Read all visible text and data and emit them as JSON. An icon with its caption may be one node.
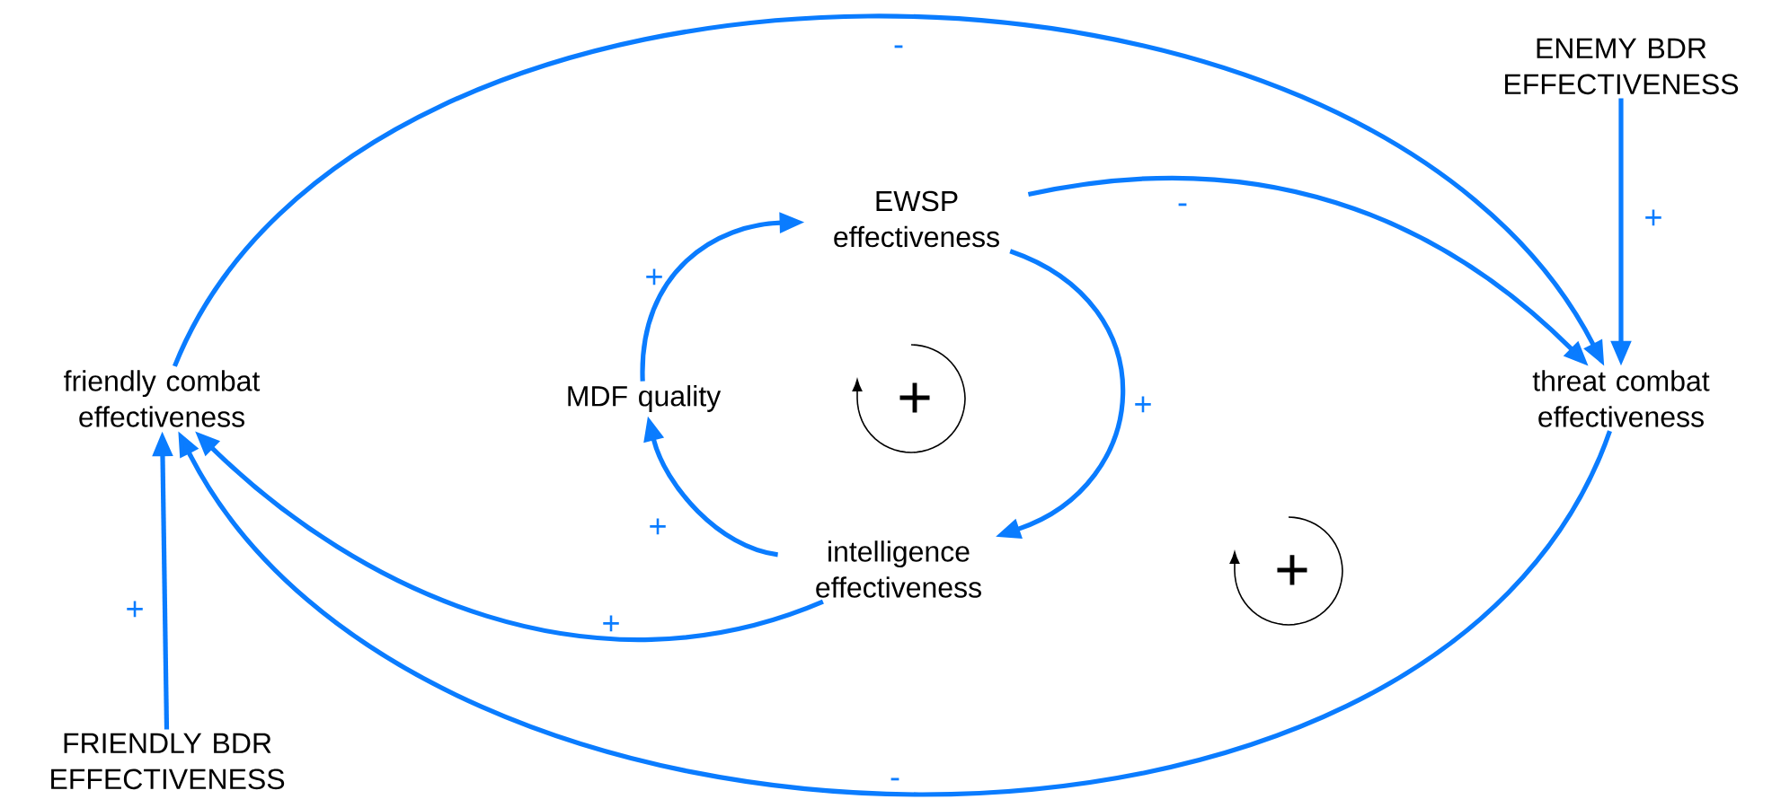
{
  "diagram": {
    "nodes": [
      {
        "text": [
          "friendly combat effectiveness"
        ]
      },
      {
        "text": [
          "MDF quality"
        ]
      },
      {
        "text": [
          "EWSP effectiveness"
        ]
      },
      {
        "text": [
          "intelligence effectiveness"
        ]
      },
      {
        "text": [
          "threat combat effectiveness"
        ]
      },
      {
        "text": [
          "ENEMY BDR EFFECTIVENESS"
        ]
      },
      {
        "text": [
          "FRIENDLY BDR EFFECTIVENESS"
        ]
      }
    ],
    "edges": [
      {
        "from": 0,
        "to": 4,
        "arrow": "to",
        "label": "-"
      },
      {
        "from": 2,
        "to": 4,
        "arrow": "to",
        "label": "-"
      },
      {
        "from": 5,
        "to": 4,
        "arrow": "to",
        "label": "+"
      },
      {
        "from": 2,
        "to": 3,
        "arrow": "to",
        "label": "+"
      },
      {
        "from": 3,
        "to": 1,
        "arrow": "to",
        "label": "+"
      },
      {
        "from": 1,
        "to": 2,
        "arrow": "to",
        "label": "+"
      },
      {
        "from": 3,
        "to": 0,
        "arrow": "to",
        "label": "+"
      },
      {
        "from": 4,
        "to": 0,
        "arrow": "to",
        "label": "-"
      },
      {
        "from": 6,
        "to": 0,
        "arrow": "to",
        "label": "+"
      }
    ],
    "labels": [
      "+",
      "+"
    ]
  }
}
